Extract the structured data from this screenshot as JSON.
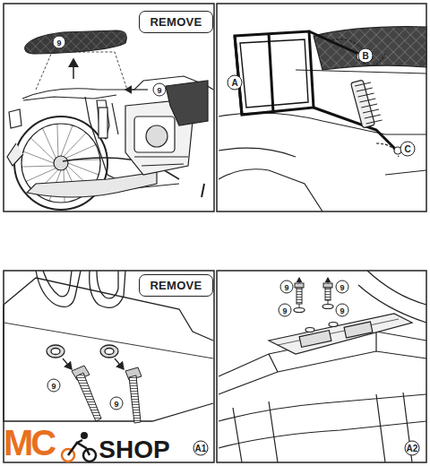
{
  "diagram": {
    "nodes": [
      {
        "text": [
          "REMOVE"
        ]
      },
      {
        "text": [
          "REMOVE"
        ]
      }
    ],
    "labels": [
      "9",
      "9",
      "A",
      "B",
      "C",
      "9",
      "9",
      "A1",
      "9",
      "9",
      "9",
      "9",
      "A2",
      "MC",
      "SHOP"
    ]
  }
}
